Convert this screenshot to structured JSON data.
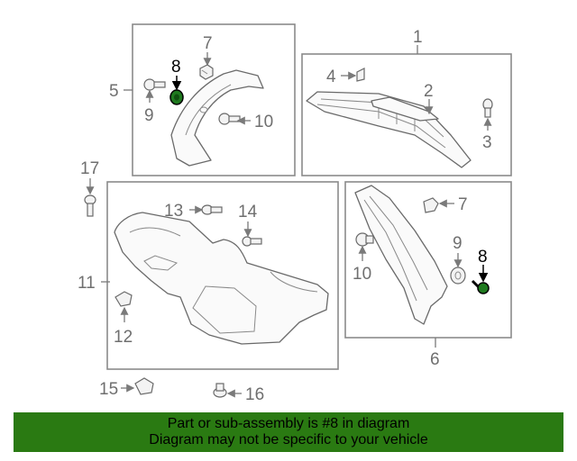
{
  "callouts": {
    "c1": "1",
    "c2": "2",
    "c3": "3",
    "c4": "4",
    "c5": "5",
    "c6": "6",
    "c7a": "7",
    "c7b": "7",
    "c8a": "8",
    "c8b": "8",
    "c9a": "9",
    "c9b": "9",
    "c10a": "10",
    "c10b": "10",
    "c11": "11",
    "c12": "12",
    "c13": "13",
    "c14": "14",
    "c15": "15",
    "c16": "16",
    "c17": "17"
  },
  "highlight": {
    "part_number": "8",
    "color": "#2a7a12",
    "part_fill": "#1f7a1f"
  },
  "banner": {
    "line1": "Part or sub-assembly is #8 in diagram",
    "line2": "Diagram may not be specific to your vehicle"
  }
}
